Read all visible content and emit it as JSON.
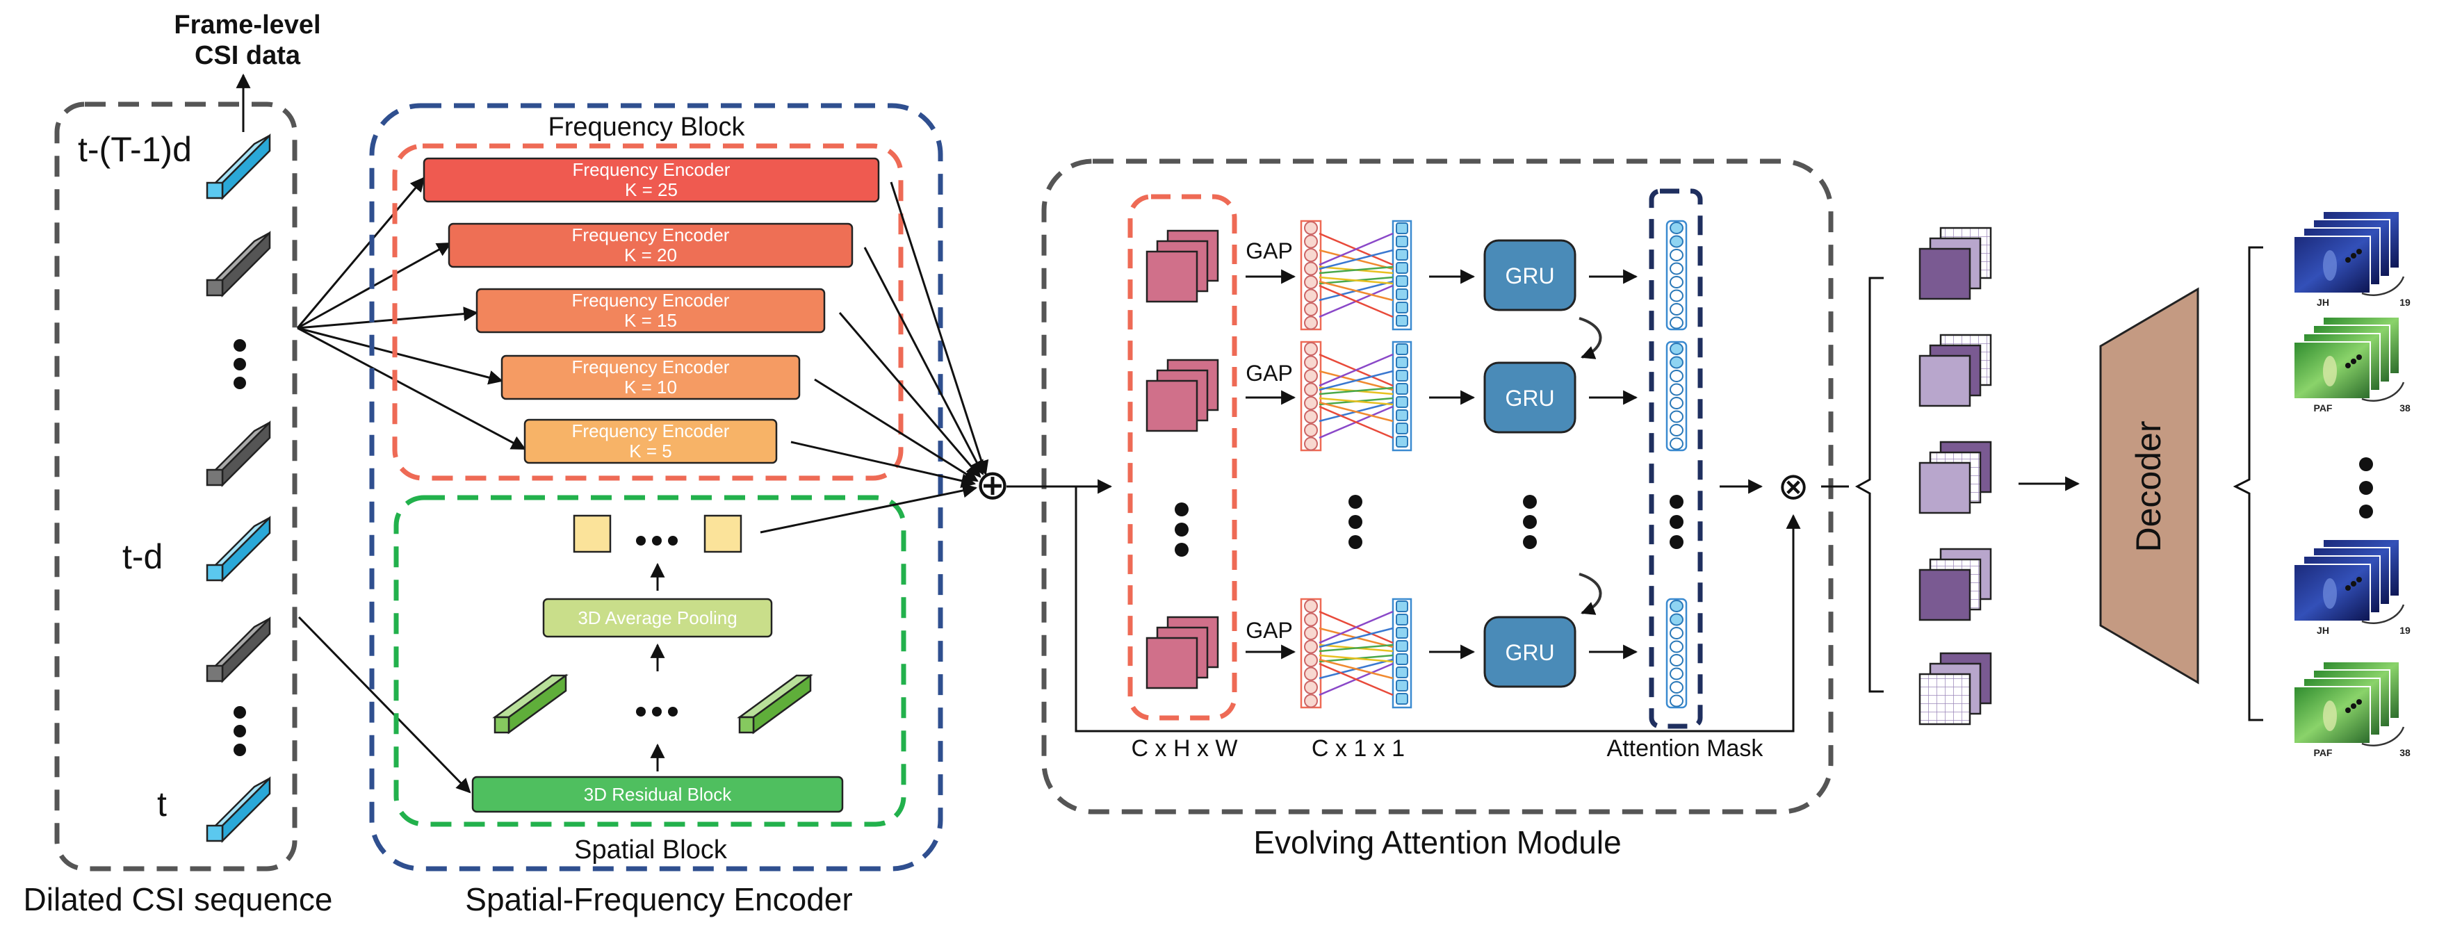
{
  "input": {
    "title_top": "Frame-level",
    "title_bottom": "CSI data",
    "t_label_top": "t-(T-1)d",
    "t_label_mid": "t-d",
    "t_label_bottom": "t",
    "caption": "Dilated CSI sequence"
  },
  "encoder": {
    "caption": "Spatial-Frequency Encoder",
    "frequency_block": {
      "title": "Frequency Block",
      "encoders": [
        {
          "name": "Frequency Encoder",
          "k": "K = 25",
          "color": "#ef5a50"
        },
        {
          "name": "Frequency Encoder",
          "k": "K = 20",
          "color": "#ee6f55"
        },
        {
          "name": "Frequency Encoder",
          "k": "K = 15",
          "color": "#f2855c"
        },
        {
          "name": "Frequency Encoder",
          "k": "K = 10",
          "color": "#f59b63"
        },
        {
          "name": "Frequency Encoder",
          "k": "K = 5",
          "color": "#f7b367"
        }
      ]
    },
    "spatial_block": {
      "title": "Spatial Block",
      "pooling_label": "3D Average Pooling",
      "residual_label": "3D Residual Block"
    },
    "add_symbol": "⊕"
  },
  "attention": {
    "caption": "Evolving Attention Module",
    "gap_label": "GAP",
    "gru_label": "GRU",
    "dim_chw": "C x H x W",
    "dim_c11": "C x 1 x 1",
    "mask_label": "Attention Mask",
    "mult_symbol": "⊗"
  },
  "decoder": {
    "label": "Decoder"
  },
  "outputs": {
    "jh_label": "JH",
    "paf_label": "PAF",
    "jh_count": "19",
    "paf_count": "38"
  },
  "colors": {
    "frame_gray": "#555555",
    "frequency_border": "#ee6a55",
    "spatial_border": "#22b14c",
    "encoder_border": "#2f4f8f",
    "mask_border": "#1f2f5f",
    "cube_blue": "#5bc8ef",
    "cube_gray": "#777777",
    "gru_fill": "#4a8bb8",
    "decoder_fill": "#c49a82",
    "pink": "#d0708a",
    "purple_dark": "#7a5a92",
    "purple_light": "#b8a6cc"
  }
}
